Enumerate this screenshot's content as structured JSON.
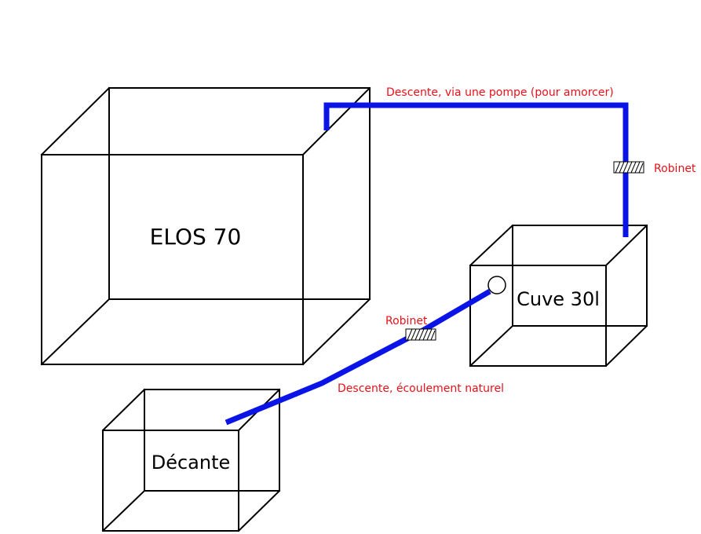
{
  "tanks": {
    "elos": {
      "label": "ELOS 70"
    },
    "cuve": {
      "label": "Cuve 30l"
    },
    "decante": {
      "label": "Décante"
    }
  },
  "pipes": {
    "upper": {
      "label": "Descente, via une pompe (pour amorcer)"
    },
    "lower": {
      "label": "Descente, écoulement naturel"
    }
  },
  "valves": {
    "upper": {
      "label": "Robinet"
    },
    "lower": {
      "label": "Robinet"
    }
  },
  "colors": {
    "pipe": "#0a14e6",
    "annotation": "#e8101a",
    "outline": "#000000"
  }
}
